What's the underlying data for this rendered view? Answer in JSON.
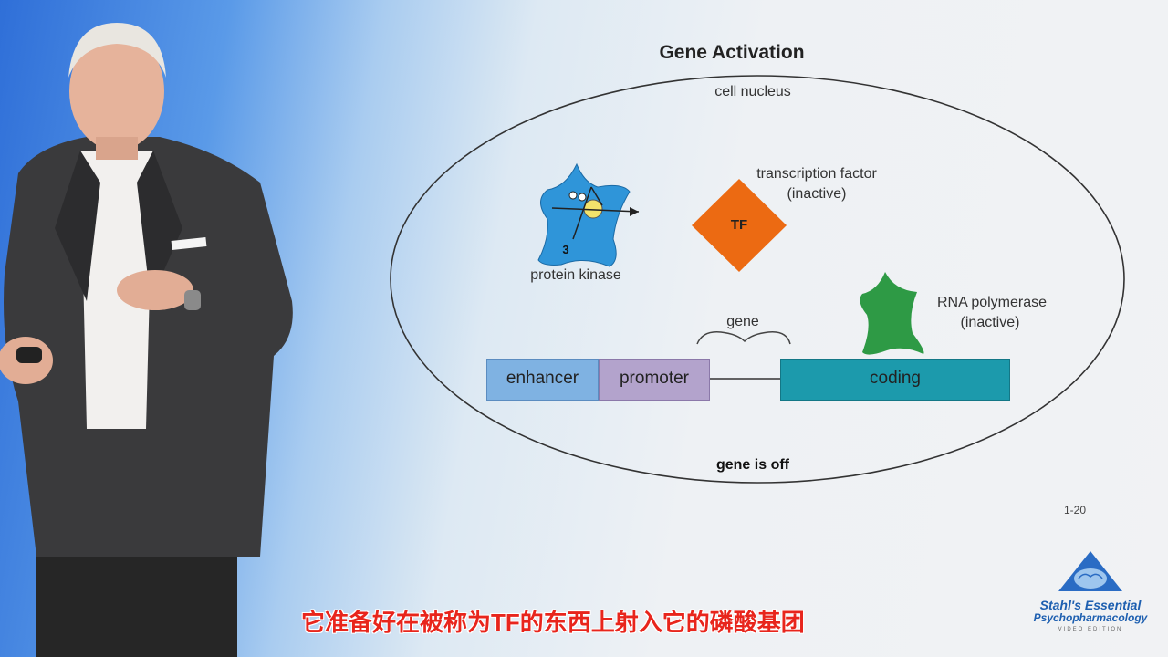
{
  "title": "Gene Activation",
  "labels": {
    "cell_nucleus": "cell nucleus",
    "transcription_factor_1": "transcription factor",
    "transcription_factor_2": "(inactive)",
    "tf": "TF",
    "kinase_number": "3",
    "protein_kinase": "protein kinase",
    "gene": "gene",
    "rna_polymerase_1": "RNA polymerase",
    "rna_polymerase_2": "(inactive)",
    "gene_status": "gene is off"
  },
  "gene_bars": {
    "enhancer": "enhancer",
    "promoter": "promoter",
    "coding": "coding"
  },
  "colors": {
    "enhancer": "#7fb2e2",
    "promoter": "#b3a3cc",
    "coding": "#1c9aac",
    "tf": "#ec6a12",
    "kinase": "#2f95d9",
    "polymerase": "#2e9a45"
  },
  "page_number": "1-20",
  "subtitle": "它准备好在被称为TF的东西上射入它的磷酸基团",
  "logo": {
    "line1": "Stahl's Essential",
    "line2": "Psychopharmacology",
    "line3": "VIDEO EDITION"
  }
}
